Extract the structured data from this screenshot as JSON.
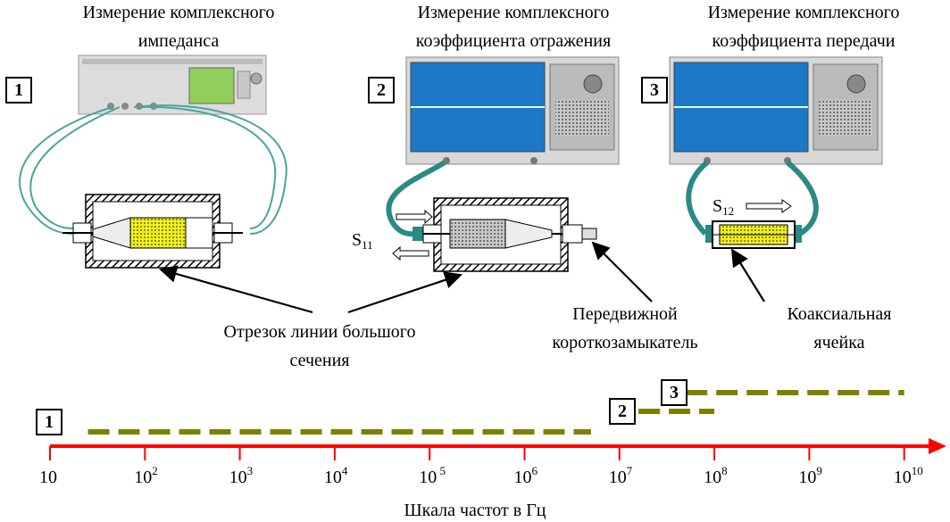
{
  "headings": {
    "impedance_1": "Измерение комплексного",
    "impedance_2": "импеданса",
    "reflection_1": "Измерение комплексного",
    "reflection_2": "коэффициента отражения",
    "transmission_1": "Измерение комплексного",
    "transmission_2": "коэффициента передачи"
  },
  "numbers": [
    "1",
    "2",
    "3"
  ],
  "s11": {
    "main": "S",
    "sub": "11"
  },
  "s12": {
    "main": "S",
    "sub": "12"
  },
  "labels": {
    "line_1": "Отрезок линии большого",
    "line_2": "сечения",
    "short_1": "Передвижной",
    "short_2": "короткозамыкатель",
    "coax_1": "Коаксиальная",
    "coax_2": "ячейка"
  },
  "scale": {
    "ticks": [
      {
        "base": "10",
        "exp": ""
      },
      {
        "base": "10",
        "exp": "2"
      },
      {
        "base": "10",
        "exp": "3"
      },
      {
        "base": "10",
        "exp": "4"
      },
      {
        "base": "10",
        "exp": " 5"
      },
      {
        "base": "10",
        "exp": "6"
      },
      {
        "base": "10",
        "exp": "7"
      },
      {
        "base": "10",
        "exp": "8"
      },
      {
        "base": "10",
        "exp": "9"
      },
      {
        "base": "10",
        "exp": "10"
      }
    ],
    "caption": "Шкала частот в Гц",
    "ranges": [
      {
        "label": "1",
        "from_log": 1.4,
        "to_log": 6.7
      },
      {
        "label": "2",
        "from_log": 7.2,
        "to_log": 8.0
      },
      {
        "label": "3",
        "from_log": 7.7,
        "to_log": 10.0
      }
    ]
  },
  "colors": {
    "axis": "#ff0000",
    "range": "#808000",
    "cable": "#2a8a85",
    "screen": "#1e78c8"
  }
}
